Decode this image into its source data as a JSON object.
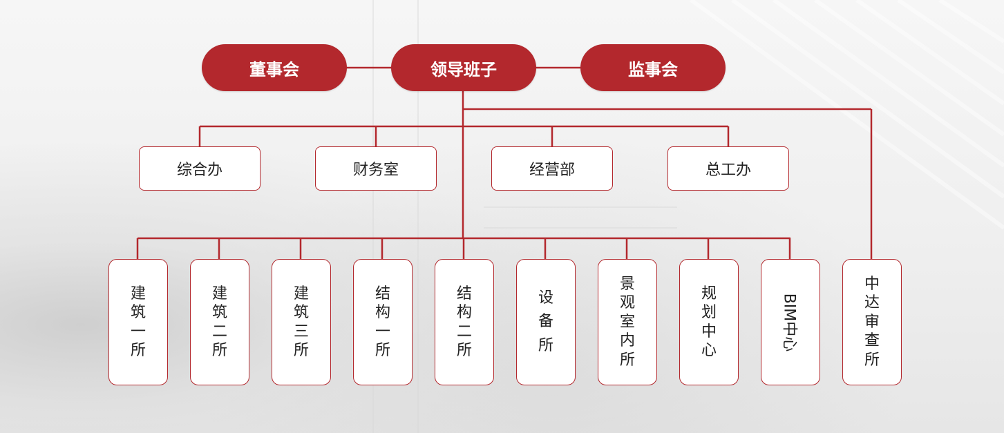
{
  "top": {
    "left": "董事会",
    "center": "领导班子",
    "right": "监事会"
  },
  "departments": [
    "综合办",
    "财务室",
    "经营部",
    "总工办"
  ],
  "units": [
    "建筑一所",
    "建筑二所",
    "建筑三所",
    "结构一所",
    "结构二所",
    "设备所",
    "景观室内所",
    "规划中心",
    "BIM中心",
    "中达审查所"
  ],
  "colors": {
    "accent": "#b3282d",
    "box_border": "#b3282d",
    "text": "#222222"
  }
}
